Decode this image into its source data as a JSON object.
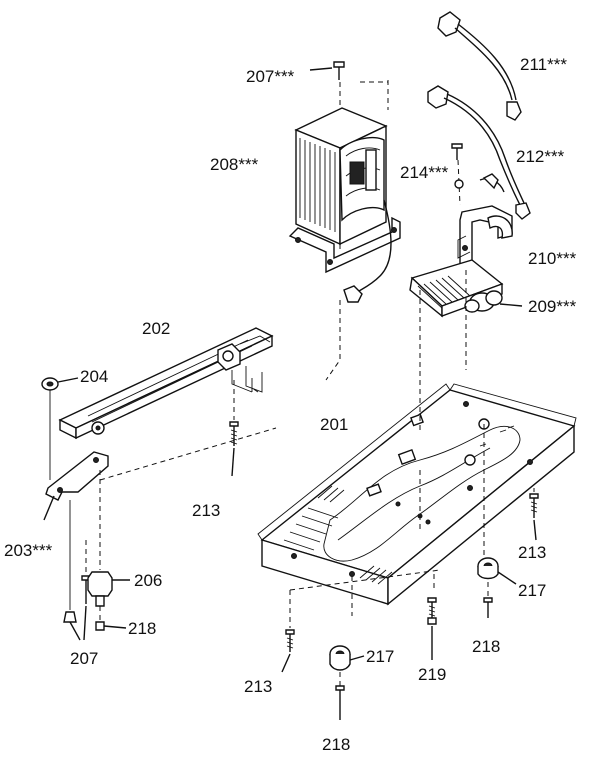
{
  "diagram": {
    "labels": {
      "p201": "201",
      "p202": "202",
      "p203": "203***",
      "p204": "204",
      "p206": "206",
      "p207a": "207***",
      "p207b": "207",
      "p208": "208***",
      "p209": "209***",
      "p210": "210***",
      "p211": "211***",
      "p212": "212***",
      "p213a": "213",
      "p213b": "213",
      "p213c": "213",
      "p214": "214***",
      "p217a": "217",
      "p217b": "217",
      "p218a": "218",
      "p218b": "218",
      "p218c": "218",
      "p219": "219"
    }
  }
}
